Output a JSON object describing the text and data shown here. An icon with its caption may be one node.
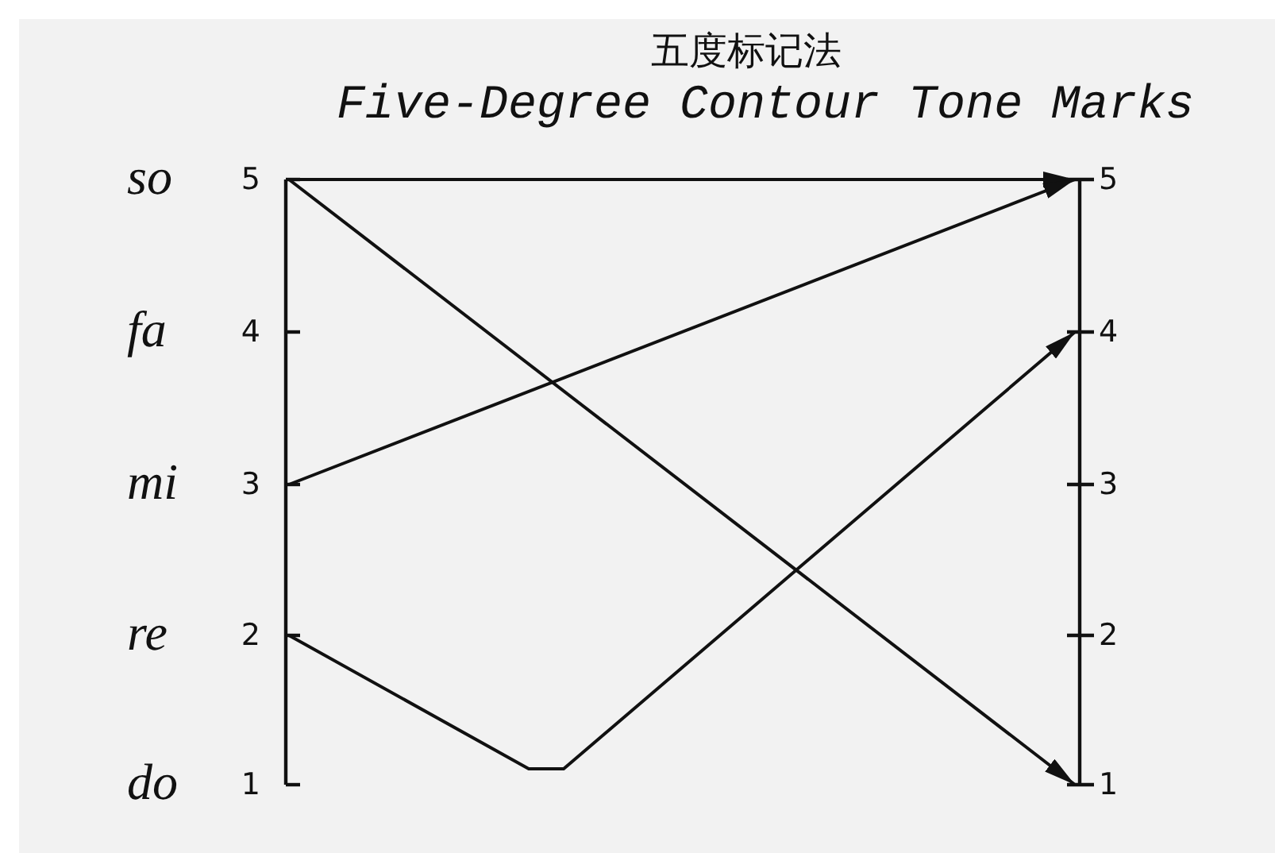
{
  "diagram": {
    "title": "五度标记法",
    "nodes": [
      {
        "text": [
          "5"
        ]
      },
      {
        "text": [
          "4"
        ]
      },
      {
        "text": [
          "3"
        ]
      },
      {
        "text": [
          "2"
        ]
      },
      {
        "text": [
          "1"
        ]
      },
      {
        "text": [
          "5"
        ]
      },
      {
        "text": [
          "4"
        ]
      },
      {
        "text": [
          "3"
        ]
      },
      {
        "text": [
          "2"
        ]
      },
      {
        "text": [
          "1"
        ]
      }
    ],
    "edges": [
      {
        "from": 0,
        "to": 5,
        "arrow": "to"
      },
      {
        "from": 0,
        "to": 9,
        "arrow": "to"
      },
      {
        "from": 2,
        "to": 5,
        "arrow": "to"
      },
      {
        "from": 3,
        "to": 6,
        "arrow": "to"
      }
    ],
    "labels": [
      "Five-Degree Contour Tone Marks",
      "so",
      "fa",
      "mi",
      "re",
      "do"
    ]
  }
}
